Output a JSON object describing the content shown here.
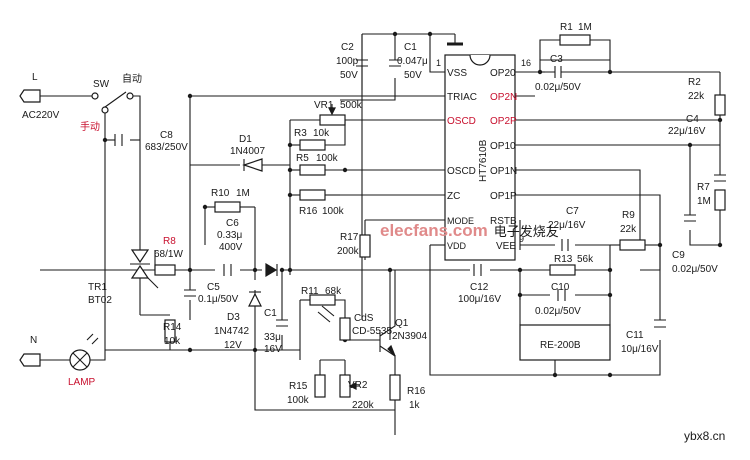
{
  "mains": {
    "L": "L",
    "N": "N",
    "voltage": "AC220V",
    "lamp": "LAMP"
  },
  "switch": {
    "name": "SW",
    "auto": "自动",
    "manual": "手动"
  },
  "ic": {
    "name": "HT7610B",
    "pins_left": [
      "VSS",
      "TRIAC",
      "OSCD",
      "OSCD",
      "ZC",
      "MODE",
      "VDD"
    ],
    "pins_right": [
      "OP20",
      "OP2N",
      "OP2P",
      "OP10",
      "OP1N",
      "OP1P",
      "RSTB",
      "VEE"
    ],
    "pin1": "1",
    "pin16": "16",
    "pin9": "9"
  },
  "parts": {
    "C2": [
      "C2",
      "100p",
      "50V"
    ],
    "C1": [
      "C1",
      "0.047μ",
      "50V"
    ],
    "R1": [
      "R1",
      "1M"
    ],
    "C3": [
      "C3",
      "0.02μ/50V"
    ],
    "R2": [
      "R2",
      "22k"
    ],
    "C4": [
      "C4",
      "22μ/16V"
    ],
    "R7": [
      "R7",
      "1M"
    ],
    "C9": [
      "C9",
      "0.02μ/50V"
    ],
    "VR1": [
      "VR1",
      "500k"
    ],
    "R3": [
      "R3",
      "10k"
    ],
    "R5": [
      "R5",
      "100k"
    ],
    "R16t": [
      "R16",
      "100k"
    ],
    "R17": [
      "R17",
      "200k"
    ],
    "D1": [
      "D1",
      "1N4007"
    ],
    "C8": [
      "C8",
      "683/250V"
    ],
    "R10": [
      "R10",
      "1M"
    ],
    "C6": [
      "C6",
      "0.33μ",
      "400V"
    ],
    "R8": [
      "R8",
      "68/1W"
    ],
    "TR1": [
      "TR1",
      "BT02"
    ],
    "C5": [
      "C5",
      "0.1μ/50V"
    ],
    "R14": [
      "R14",
      "10k"
    ],
    "D3": [
      "D3",
      "1N4742",
      "12V"
    ],
    "C11a": [
      "C1",
      "33μ",
      "16V"
    ],
    "R11": [
      "R11",
      "68k"
    ],
    "CdS": [
      "CdS",
      "CD-5535"
    ],
    "Q1": [
      "Q1",
      "2N3904"
    ],
    "R15": [
      "R15",
      "100k"
    ],
    "VR2": [
      "VR2",
      "220k"
    ],
    "R16": [
      "R16",
      "1k"
    ],
    "C12": [
      "C12",
      "100μ/16V"
    ],
    "C7": [
      "C7",
      "22μ/16V"
    ],
    "R9": [
      "R9",
      "22k"
    ],
    "R13": [
      "R13",
      "56k"
    ],
    "C10": [
      "C10",
      "0.02μ/50V"
    ],
    "RE": [
      "RE-200B"
    ],
    "C11": [
      "C11",
      "10μ/16V"
    ]
  },
  "watermark": {
    "brand": "elecfans.com",
    "cn": "电子发烧友",
    "site": "ybx8.cn"
  }
}
